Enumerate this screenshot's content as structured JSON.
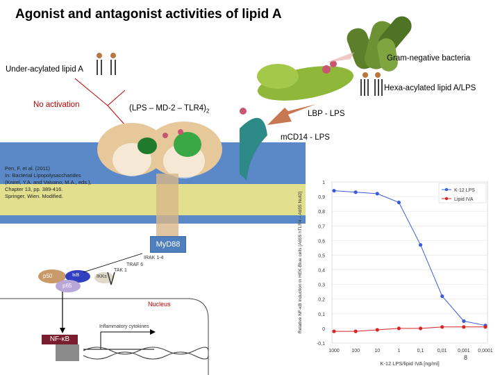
{
  "title": "Agonist and antagonist activities of lipid A",
  "labels": {
    "gram_negative": "Gram-negative bacteria",
    "under_acylated": "Under-acylated lipid A",
    "hexa_acylated": "Hexa-acylated lipid A/LPS",
    "no_activation": "No activation",
    "complex": "(LPS – MD-2 – TLR4)",
    "complex_sub": "2",
    "lbp": "LBP - LPS",
    "mcd14": "mCD14 - LPS",
    "citation_1": "Pen, F. et al. (2011)",
    "citation_2": "In: Bacterial Lipopolysaccharides",
    "citation_3": "(Knirel, Y.A. and Valvano, M.A., eds.),",
    "citation_4": "Chapter 13, pp. 389-416.",
    "citation_5": "Springer, Wien. Modified.",
    "myd88": "MyD88",
    "irak": "IRAK 1-4",
    "traf6": "TRAF 6",
    "tak1": "TAK 1",
    "ikk": "IKKs",
    "p50": "p50",
    "ikb": "IκB",
    "p65": "p65",
    "nucleus": "Nucleus",
    "cytokines": "Inflammatory cytokines",
    "nfkb": "NF-κB",
    "slide_number": "8"
  },
  "colors": {
    "red_label": "#c00000",
    "myd88": "#4f7fbd",
    "nfkb": "#7a1d2e",
    "k12_series": "#3b5bdb",
    "lipid_iva_series": "#d62728"
  },
  "chart_data": {
    "type": "line",
    "ylabel": "Relative NF-κB induction in HEK-Blue cells [A655 hTLR4 – A655 Null2]",
    "xlabel": "K-12 LPS/lipid IVA [ng/ml]",
    "x": [
      "1000",
      "100",
      "10",
      "1",
      "0,1",
      "0,01",
      "0,001",
      "0,0001"
    ],
    "ylim": [
      -0.1,
      1
    ],
    "yticks": [
      "-0,1",
      "0",
      "0,1",
      "0,2",
      "0,3",
      "0,4",
      "0,5",
      "0,6",
      "0,7",
      "0,8",
      "0,9",
      "1"
    ],
    "legend_position": "top-right",
    "series": [
      {
        "name": "K-12 LPS",
        "values": [
          0.94,
          0.93,
          0.92,
          0.86,
          0.57,
          0.22,
          0.05,
          0.02
        ]
      },
      {
        "name": "Lipid IVA",
        "values": [
          -0.02,
          -0.02,
          -0.01,
          0.0,
          0.0,
          0.01,
          0.01,
          0.01
        ]
      }
    ]
  }
}
